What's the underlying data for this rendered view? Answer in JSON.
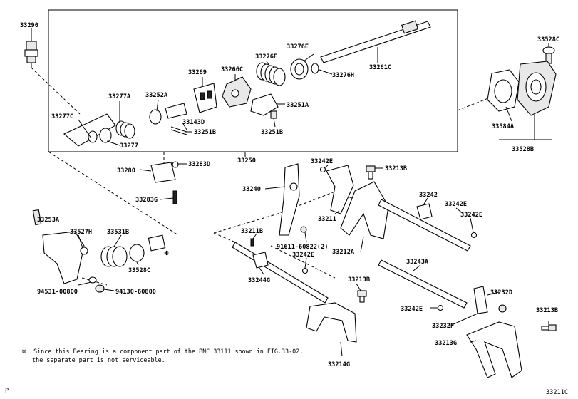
{
  "labels": {
    "p33290": "33290",
    "p33528C": "33528C",
    "p33276E": "33276E",
    "p33276F": "33276F",
    "p33269": "33269",
    "p33266C": "33266C",
    "p33276H": "33276H",
    "p33261C": "33261C",
    "p33277A": "33277A",
    "p33252A": "33252A",
    "p33251A": "33251A",
    "p33277C": "33277C",
    "p33143D": "33143D",
    "p33251B_a": "33251B",
    "p33251B_b": "33251B",
    "p33277": "33277",
    "p33584A": "33584A",
    "p33528B": "33528B",
    "p33250": "33250",
    "p33242E_a": "33242E",
    "p33213B_a": "33213B",
    "p33280": "33280",
    "p33283D": "33283D",
    "p33240": "33240",
    "p33242": "33242",
    "p33283G": "33283G",
    "p33242E_b": "33242E",
    "p33242E_c": "33242E",
    "p33211": "33211",
    "p33253A": "33253A",
    "p33527H": "33527H",
    "p33531B": "33531B",
    "p33211B": "33211B",
    "p91611": "91611-60822(2)",
    "p33212A": "33212A",
    "p33242E_d": "33242E",
    "p33243A": "33243A",
    "p33528C_b": "33528C",
    "p33244G": "33244G",
    "p33213B_b": "33213B",
    "p94531": "94531-00800",
    "p94130": "94130-60800",
    "p33232D": "33232D",
    "p33242E_e": "33242E",
    "p33213B_c": "33213B",
    "p33232F": "33232F",
    "p33213G": "33213G",
    "p33214G": "33214G",
    "asterisk": "※"
  },
  "note": {
    "line1": "※  Since this Bearing is a component part of the PNC 33111 shown in FIG.33-02,",
    "line2": "   the separate part is not serviceable."
  },
  "corner": {
    "left": "P",
    "right": "33211C"
  }
}
